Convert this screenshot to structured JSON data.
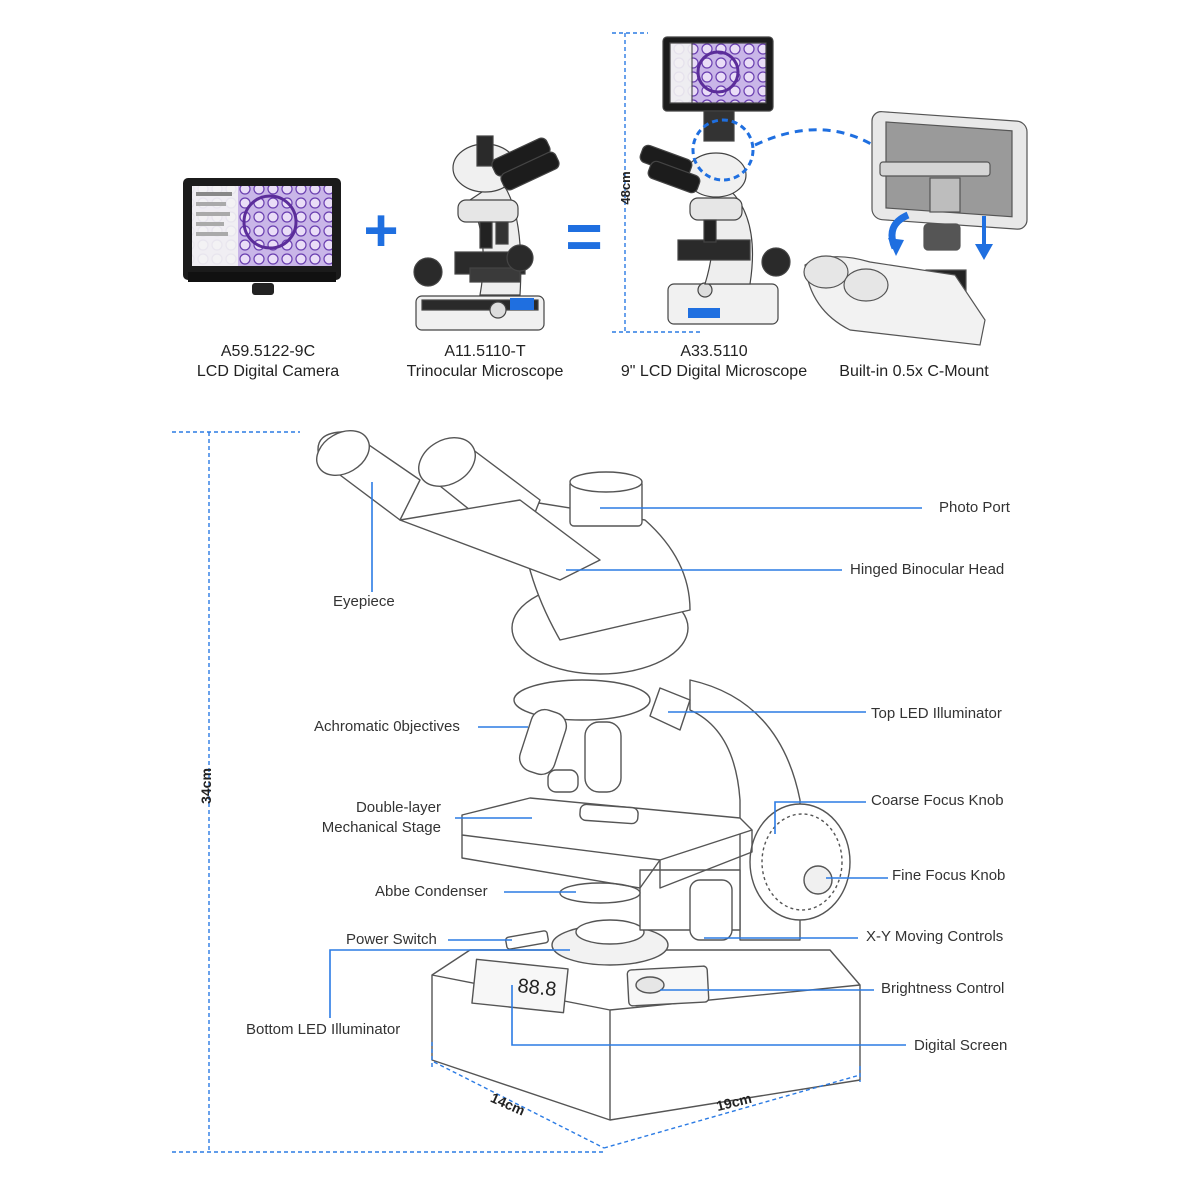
{
  "products": [
    {
      "model": "A59.5122-9C",
      "name": "LCD Digital Camera"
    },
    {
      "model": "A11.5110-T",
      "name": "Trinocular Microscope"
    },
    {
      "model": "A33.5110",
      "name": "9\" LCD Digital Microscope"
    },
    {
      "model": "",
      "name": "Built-in 0.5x C-Mount"
    }
  ],
  "operators": {
    "plus": "+",
    "equals": "="
  },
  "top_dimension": "48cm",
  "screen_readout": "88.8",
  "labels": {
    "photo_port": "Photo Port",
    "hinged_head": "Hinged Binocular Head",
    "eyepiece": "Eyepiece",
    "top_led": "Top LED Illuminator",
    "objectives": "Achromatic 0bjectives",
    "coarse_focus": "Coarse Focus Knob",
    "stage_line1": "Double-layer",
    "stage_line2": "Mechanical Stage",
    "fine_focus": "Fine Focus Knob",
    "condenser": "Abbe Condenser",
    "power_switch": "Power Switch",
    "xy_controls": "X-Y Moving Controls",
    "brightness": "Brightness Control",
    "bottom_led": "Bottom LED Illuminator",
    "digital_screen": "Digital Screen"
  },
  "dimensions": {
    "height": "34cm",
    "depth": "14cm",
    "width": "19cm"
  },
  "colors": {
    "accent": "#1f6fe0",
    "line": "#2b7be4",
    "outline": "#555555"
  }
}
